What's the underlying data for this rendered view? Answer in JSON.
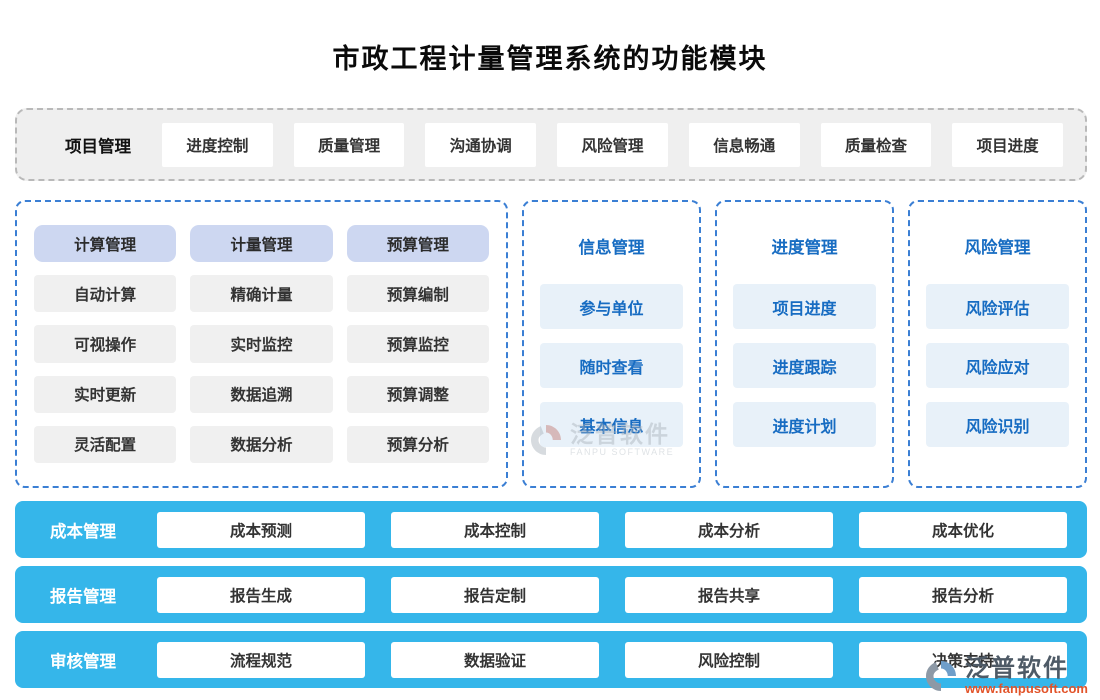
{
  "title": "市政工程计量管理系统的功能模块",
  "top_band": {
    "label": "项目管理",
    "items": [
      "进度控制",
      "质量管理",
      "沟通协调",
      "风险管理",
      "信息畅通",
      "质量检查",
      "项目进度"
    ]
  },
  "matrix_panel": {
    "columns": [
      {
        "header": "计算管理",
        "items": [
          "自动计算",
          "可视操作",
          "实时更新",
          "灵活配置"
        ]
      },
      {
        "header": "计量管理",
        "items": [
          "精确计量",
          "实时监控",
          "数据追溯",
          "数据分析"
        ]
      },
      {
        "header": "预算管理",
        "items": [
          "预算编制",
          "预算监控",
          "预算调整",
          "预算分析"
        ]
      }
    ]
  },
  "side_panels": [
    {
      "header": "信息管理",
      "items": [
        "参与单位",
        "随时查看",
        "基本信息"
      ]
    },
    {
      "header": "进度管理",
      "items": [
        "项目进度",
        "进度跟踪",
        "进度计划"
      ]
    },
    {
      "header": "风险管理",
      "items": [
        "风险评估",
        "风险应对",
        "风险识别"
      ]
    }
  ],
  "bottom_bars": [
    {
      "label": "成本管理",
      "items": [
        "成本预测",
        "成本控制",
        "成本分析",
        "成本优化"
      ]
    },
    {
      "label": "报告管理",
      "items": [
        "报告生成",
        "报告定制",
        "报告共享",
        "报告分析"
      ]
    },
    {
      "label": "审核管理",
      "items": [
        "流程规范",
        "数据验证",
        "风险控制",
        "决策支持"
      ]
    }
  ],
  "watermark": {
    "name": "泛普软件",
    "name_en": "FANPU SOFTWARE",
    "url": "www.fanpusoft.com"
  },
  "colors": {
    "panel_border_blue": "#3b7fd4",
    "accent_blue": "#176cc2",
    "bar_blue": "#35b6ea",
    "header_pill_lavender": "#cdd7f1",
    "pill_gray": "#f0f0f0",
    "band_gray": "#efefef",
    "watermark_orange": "#e2542a"
  }
}
